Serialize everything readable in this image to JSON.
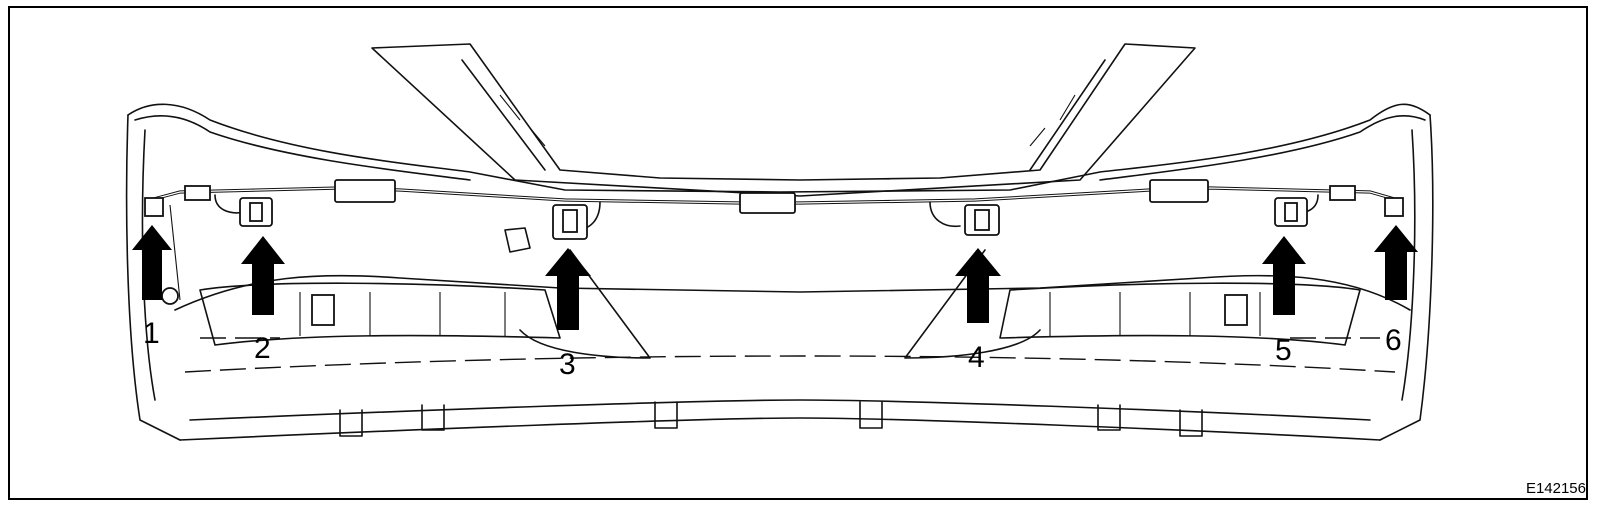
{
  "figure_id": "E142156",
  "callouts": [
    {
      "label": "1"
    },
    {
      "label": "2"
    },
    {
      "label": "3"
    },
    {
      "label": "4"
    },
    {
      "label": "5"
    },
    {
      "label": "6"
    }
  ]
}
